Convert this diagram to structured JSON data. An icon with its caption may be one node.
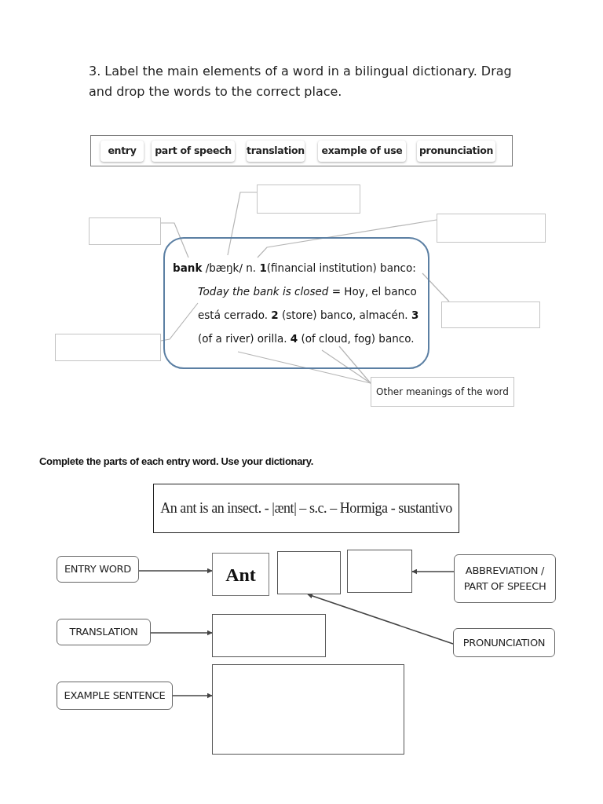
{
  "diagram": {
    "title": "3. Label the main elements of a word in a bilingual dictionary. Drag and drop the words to the correct place.",
    "nodes": [
      {
        "text": [],
        "shape": "box"
      },
      {
        "text": [
          "entry"
        ],
        "in": 0
      },
      {
        "text": [
          "part of speech"
        ],
        "in": 0
      },
      {
        "text": [
          "translation"
        ],
        "in": 0
      },
      {
        "text": [
          "example of use"
        ],
        "in": 0
      },
      {
        "text": [
          "pronunciation"
        ],
        "in": 0
      },
      {
        "text": [],
        "shape": "box"
      },
      {
        "text": [],
        "shape": "box"
      },
      {
        "text": [],
        "shape": "box"
      },
      {
        "text": [
          "**bank** /bæŋk/ n. **1**(financial institution) banco: *Today the bank is closed* = Hoy, el banco está cerrado. **2** (store) banco, almacén. **3** (of a river) orilla. **4** (of cloud, fog) banco."
        ]
      },
      {
        "text": [],
        "shape": "box"
      },
      {
        "text": [],
        "shape": "box"
      },
      {
        "text": [
          "Other meanings of the word"
        ]
      },
      {
        "text": [
          "An ant is an insect. - |ænt| – s.c. – Hormiga - sustantivo"
        ]
      },
      {
        "text": [
          "ENTRY WORD"
        ]
      },
      {
        "text": [
          "Ant"
        ]
      },
      {
        "text": [],
        "shape": "box"
      },
      {
        "text": [],
        "shape": "box"
      },
      {
        "text": [
          "ABBREVIATION / PART OF SPEECH"
        ]
      },
      {
        "text": [
          "TRANSLATION"
        ]
      },
      {
        "text": [],
        "shape": "box"
      },
      {
        "text": [
          "PRONUNCIATION"
        ]
      },
      {
        "text": [
          "EXAMPLE SENTENCE"
        ]
      },
      {
        "text": [],
        "shape": "box"
      }
    ],
    "edges": [
      {
        "from": 6,
        "to": 9,
        "arrow": "none"
      },
      {
        "from": 7,
        "to": 9,
        "arrow": "none"
      },
      {
        "from": 8,
        "to": 9,
        "arrow": "none"
      },
      {
        "from": 11,
        "to": 9,
        "arrow": "none"
      },
      {
        "from": 10,
        "to": 9,
        "arrow": "none"
      },
      {
        "from": 12,
        "to": 9,
        "arrow": "none"
      },
      {
        "from": 12,
        "to": 9,
        "arrow": "none"
      },
      {
        "from": 12,
        "to": 9,
        "arrow": "none"
      },
      {
        "from": 14,
        "to": 15,
        "arrow": "to",
        "color": "#444444"
      },
      {
        "from": 18,
        "to": 17,
        "arrow": "to",
        "color": "#444444"
      },
      {
        "from": 21,
        "to": 16,
        "arrow": "to",
        "color": "#444444"
      },
      {
        "from": 19,
        "to": 20,
        "arrow": "to",
        "color": "#444444"
      },
      {
        "from": 22,
        "to": 23,
        "arrow": "to",
        "color": "#444444"
      }
    ],
    "labels": [
      "Complete the parts of each entry word. Use your dictionary."
    ]
  }
}
